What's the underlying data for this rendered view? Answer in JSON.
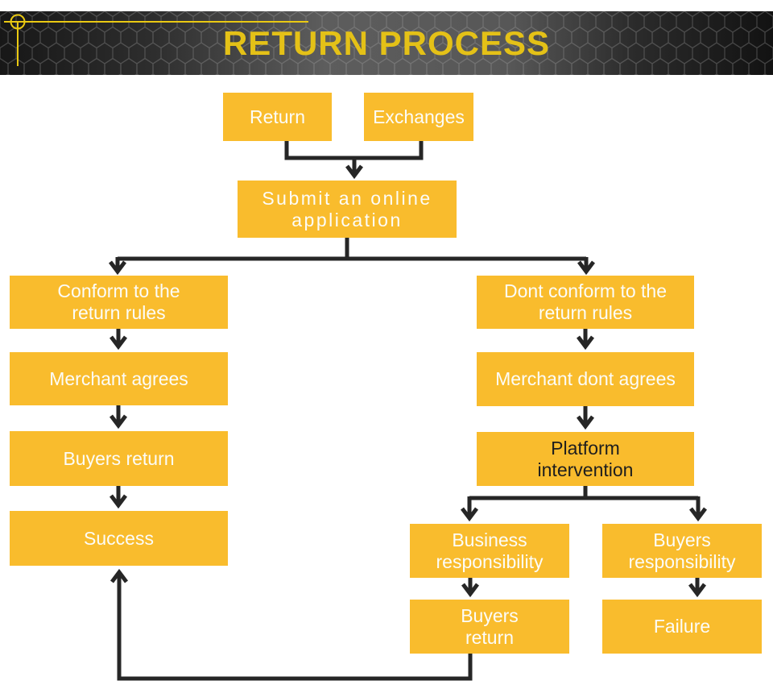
{
  "header": {
    "title": "RETURN PROCESS"
  },
  "colors": {
    "node_fill": "#F9BC2D",
    "node_text": "#FCFCF8",
    "node_text_dark": "#1E1E1E",
    "connector": "#262626",
    "title_text": "#E4C117",
    "ornament_line": "#EAC912",
    "banner_dark": "#171717",
    "banner_light": "#5D5D5D"
  },
  "nodes": [
    {
      "id": "return",
      "label": "Return"
    },
    {
      "id": "exchanges",
      "label": "Exchanges"
    },
    {
      "id": "submit",
      "label": "Submit an online\napplication"
    },
    {
      "id": "conform",
      "label": "Conform to the\nreturn rules"
    },
    {
      "id": "merchant-agrees",
      "label": "Merchant agrees"
    },
    {
      "id": "buyers-return",
      "label": "Buyers return"
    },
    {
      "id": "success",
      "label": "Success"
    },
    {
      "id": "dont-conform",
      "label": "Dont conform to the\nreturn rules"
    },
    {
      "id": "merchant-dont-agrees",
      "label": "Merchant dont agrees"
    },
    {
      "id": "platform-intervention",
      "label": "Platform\nintervention"
    },
    {
      "id": "business-responsibility",
      "label": "Business\nresponsibility"
    },
    {
      "id": "buyers-responsibility",
      "label": "Buyers\nresponsibility"
    },
    {
      "id": "buyers-return-2",
      "label": "Buyers\nreturn"
    },
    {
      "id": "failure",
      "label": "Failure"
    }
  ],
  "edges": [
    {
      "from": "return",
      "to": "submit"
    },
    {
      "from": "exchanges",
      "to": "submit"
    },
    {
      "from": "submit",
      "to": "conform"
    },
    {
      "from": "submit",
      "to": "dont-conform"
    },
    {
      "from": "conform",
      "to": "merchant-agrees"
    },
    {
      "from": "merchant-agrees",
      "to": "buyers-return"
    },
    {
      "from": "buyers-return",
      "to": "success"
    },
    {
      "from": "dont-conform",
      "to": "merchant-dont-agrees"
    },
    {
      "from": "merchant-dont-agrees",
      "to": "platform-intervention"
    },
    {
      "from": "platform-intervention",
      "to": "business-responsibility"
    },
    {
      "from": "platform-intervention",
      "to": "buyers-responsibility"
    },
    {
      "from": "business-responsibility",
      "to": "buyers-return-2"
    },
    {
      "from": "buyers-responsibility",
      "to": "failure"
    },
    {
      "from": "buyers-return-2",
      "to": "success"
    }
  ]
}
